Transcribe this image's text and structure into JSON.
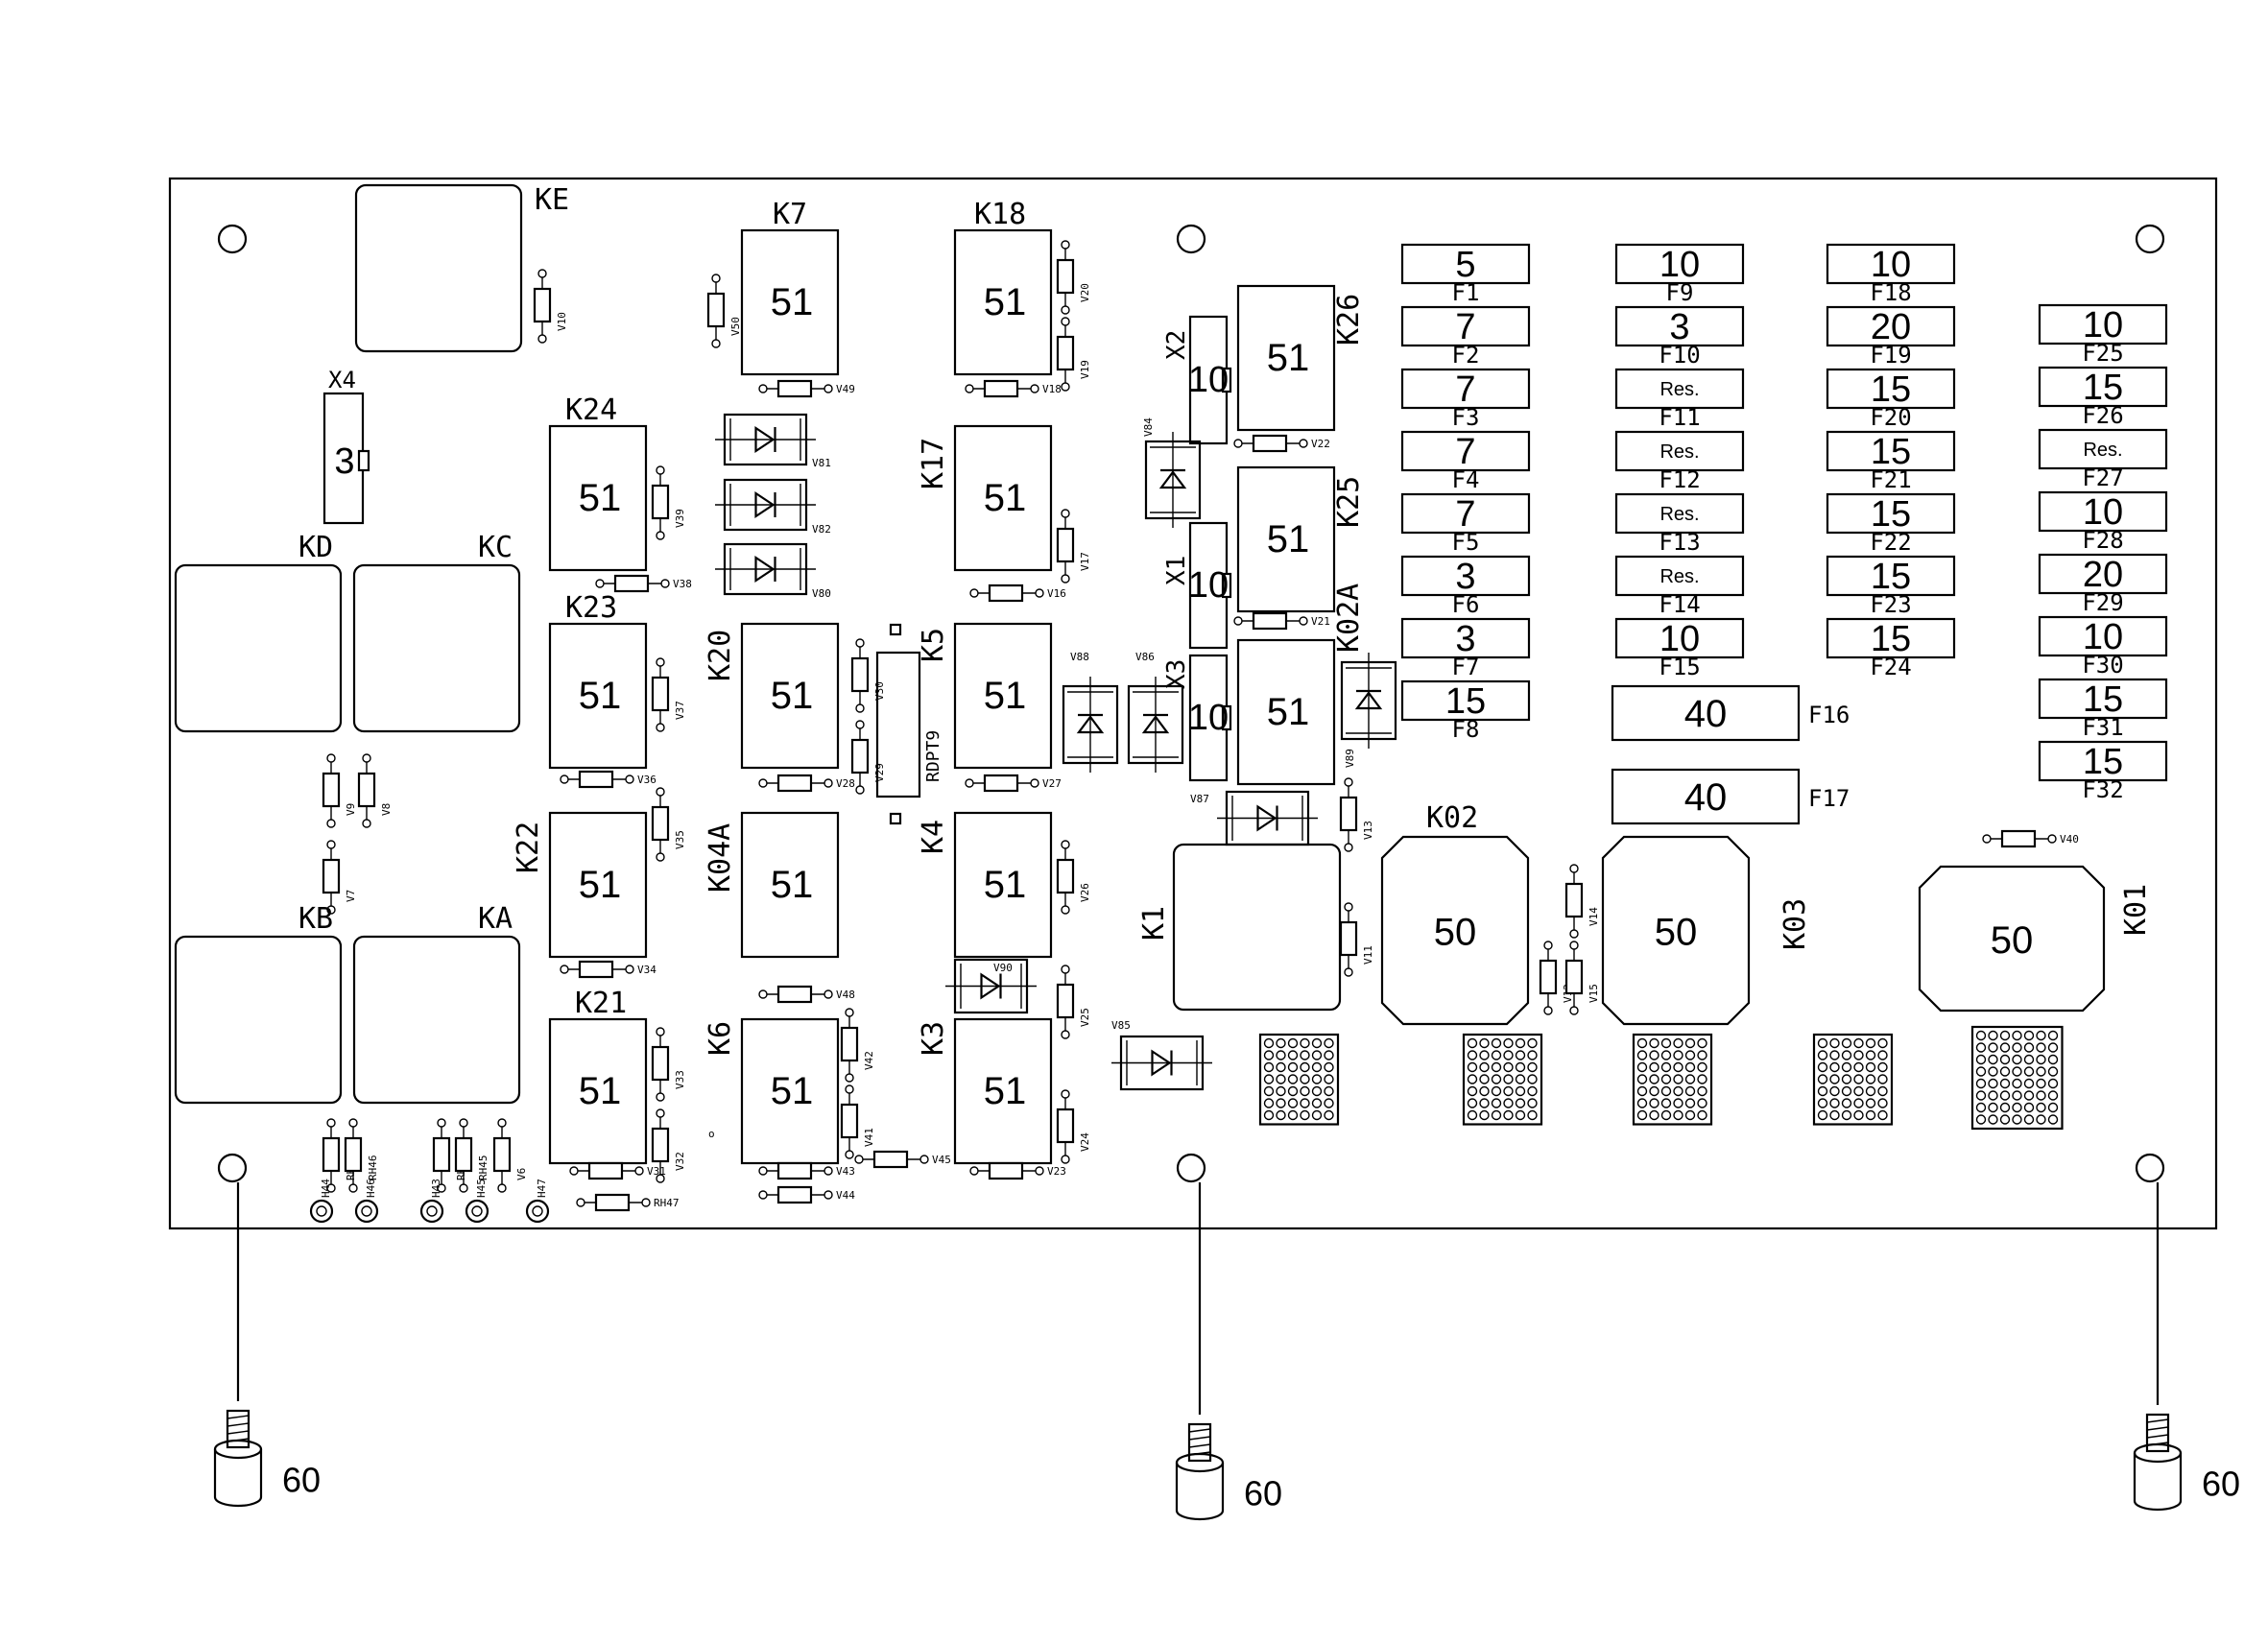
{
  "x4": {
    "ref": "X4",
    "value": "3"
  },
  "ke": {
    "ref": "KE"
  },
  "kd": {
    "ref": "KD"
  },
  "kc": {
    "ref": "KC"
  },
  "kb": {
    "ref": "KB"
  },
  "ka": {
    "ref": "KA"
  },
  "relays": [
    {
      "ref": "K7",
      "value": "51"
    },
    {
      "ref": "K18",
      "value": "51"
    },
    {
      "ref": "K24",
      "value": "51"
    },
    {
      "ref": "K17",
      "value": "51"
    },
    {
      "ref": "K23",
      "value": "51"
    },
    {
      "ref": "K20",
      "value": "51"
    },
    {
      "ref": "K5",
      "value": "51"
    },
    {
      "ref": "K22",
      "value": "51"
    },
    {
      "ref": "K04A",
      "value": "51"
    },
    {
      "ref": "K4",
      "value": "51"
    },
    {
      "ref": "K21",
      "value": "51"
    },
    {
      "ref": "K6",
      "value": "51"
    },
    {
      "ref": "K3",
      "value": "51"
    },
    {
      "ref": "K26",
      "value": "51"
    },
    {
      "ref": "K25",
      "value": "51"
    },
    {
      "ref": "K02A",
      "value": "51"
    }
  ],
  "connectors": [
    {
      "ref": "X2",
      "value": "10"
    },
    {
      "ref": "X1",
      "value": "10"
    },
    {
      "ref": "X3",
      "value": "10"
    }
  ],
  "k1": {
    "ref": "K1"
  },
  "big_relays": [
    {
      "ref": "K02",
      "value": "50"
    },
    {
      "ref": "K03",
      "value": "50"
    },
    {
      "ref": "K01",
      "value": "50"
    }
  ],
  "fuses_col1": [
    {
      "ref": "F1",
      "value": "5"
    },
    {
      "ref": "F2",
      "value": "7"
    },
    {
      "ref": "F3",
      "value": "7"
    },
    {
      "ref": "F4",
      "value": "7"
    },
    {
      "ref": "F5",
      "value": "7"
    },
    {
      "ref": "F6",
      "value": "3"
    },
    {
      "ref": "F7",
      "value": "3"
    },
    {
      "ref": "F8",
      "value": "15"
    }
  ],
  "fuses_col2": [
    {
      "ref": "F9",
      "value": "10"
    },
    {
      "ref": "F10",
      "value": "3"
    },
    {
      "ref": "F11",
      "value": "Res."
    },
    {
      "ref": "F12",
      "value": "Res."
    },
    {
      "ref": "F13",
      "value": "Res."
    },
    {
      "ref": "F14",
      "value": "Res."
    },
    {
      "ref": "F15",
      "value": "10"
    }
  ],
  "fuses_big": [
    {
      "ref": "F16",
      "value": "40"
    },
    {
      "ref": "F17",
      "value": "40"
    }
  ],
  "fuses_col3": [
    {
      "ref": "F18",
      "value": "10"
    },
    {
      "ref": "F19",
      "value": "20"
    },
    {
      "ref": "F20",
      "value": "15"
    },
    {
      "ref": "F21",
      "value": "15"
    },
    {
      "ref": "F22",
      "value": "15"
    },
    {
      "ref": "F23",
      "value": "15"
    },
    {
      "ref": "F24",
      "value": "15"
    }
  ],
  "fuses_col4": [
    {
      "ref": "F25",
      "value": "10"
    },
    {
      "ref": "F26",
      "value": "15"
    },
    {
      "ref": "F27",
      "value": "Res."
    },
    {
      "ref": "F28",
      "value": "10"
    },
    {
      "ref": "F29",
      "value": "20"
    },
    {
      "ref": "F30",
      "value": "10"
    },
    {
      "ref": "F31",
      "value": "15"
    },
    {
      "ref": "F32",
      "value": "15"
    }
  ],
  "rdpt": {
    "ref": "RDPT9"
  },
  "diodes": [
    {
      "ref": "V81"
    },
    {
      "ref": "V82"
    },
    {
      "ref": "V80"
    },
    {
      "ref": "V84"
    },
    {
      "ref": "V88"
    },
    {
      "ref": "V86"
    },
    {
      "ref": "V89"
    },
    {
      "ref": "V87"
    },
    {
      "ref": "V90"
    },
    {
      "ref": "V85"
    }
  ],
  "small_parts": [
    {
      "ref": "V10"
    },
    {
      "ref": "V50"
    },
    {
      "ref": "V49"
    },
    {
      "ref": "V20"
    },
    {
      "ref": "V19"
    },
    {
      "ref": "V18"
    },
    {
      "ref": "V39"
    },
    {
      "ref": "V38"
    },
    {
      "ref": "V17"
    },
    {
      "ref": "V16"
    },
    {
      "ref": "V37"
    },
    {
      "ref": "V36"
    },
    {
      "ref": "V30"
    },
    {
      "ref": "V29"
    },
    {
      "ref": "V28"
    },
    {
      "ref": "V27"
    },
    {
      "ref": "V35"
    },
    {
      "ref": "V34"
    },
    {
      "ref": "V26"
    },
    {
      "ref": "V42"
    },
    {
      "ref": "V48"
    },
    {
      "ref": "V43"
    },
    {
      "ref": "V25"
    },
    {
      "ref": "V33"
    },
    {
      "ref": "V32"
    },
    {
      "ref": "V31"
    },
    {
      "ref": "V41"
    },
    {
      "ref": "V45"
    },
    {
      "ref": "V44"
    },
    {
      "ref": "V24"
    },
    {
      "ref": "V23"
    },
    {
      "ref": "V22"
    },
    {
      "ref": "V21"
    },
    {
      "ref": "V13"
    },
    {
      "ref": "V11"
    },
    {
      "ref": "V14"
    },
    {
      "ref": "V12"
    },
    {
      "ref": "V15"
    },
    {
      "ref": "V40"
    },
    {
      "ref": "V9"
    },
    {
      "ref": "V8"
    },
    {
      "ref": "V7"
    },
    {
      "ref": "V6"
    },
    {
      "ref": "RH44"
    },
    {
      "ref": "RH46"
    },
    {
      "ref": "RH43"
    },
    {
      "ref": "RH45"
    },
    {
      "ref": "RH47"
    },
    {
      "ref": "H44"
    },
    {
      "ref": "H46"
    },
    {
      "ref": "H43"
    },
    {
      "ref": "H45"
    },
    {
      "ref": "H47"
    }
  ],
  "standoffs": [
    {
      "label": "60"
    },
    {
      "label": "60"
    },
    {
      "label": "60"
    }
  ]
}
